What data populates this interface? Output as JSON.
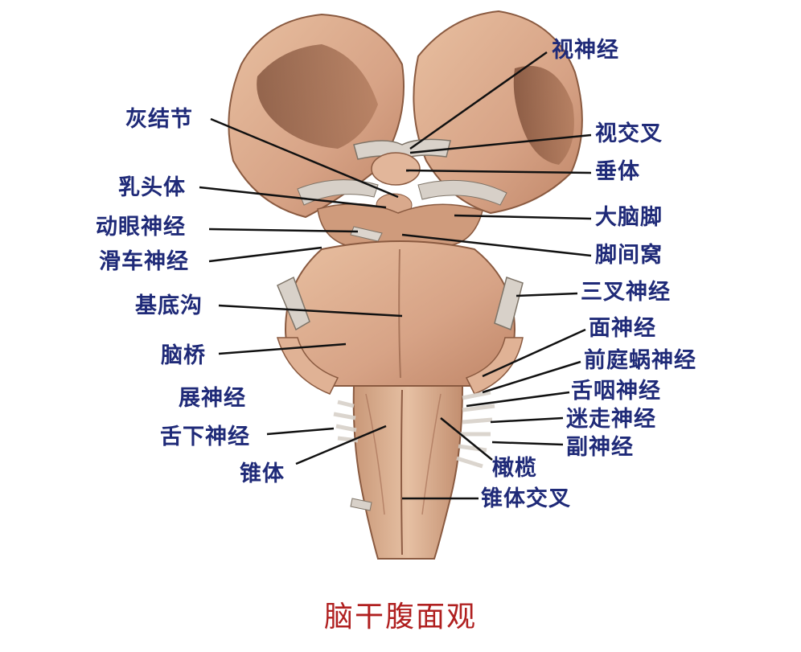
{
  "figure": {
    "caption": "脑干腹面观",
    "colors": {
      "label": "#1f2a78",
      "caption": "#b02020",
      "tissue": "#d9a889",
      "nerve": "#d8d3cc",
      "line": "#111111"
    }
  },
  "labels": {
    "shi_shen_jing": "视神经",
    "hui_jie_jie": "灰结节",
    "shi_jiao_cha": "视交叉",
    "chui_ti": "垂体",
    "ru_tou_ti": "乳头体",
    "da_nao_jiao": "大脑脚",
    "dong_yan_shen_jing": "动眼神经",
    "jiao_jian_wo": "脚间窝",
    "hua_che_shen_jing": "滑车神经",
    "san_cha_shen_jing": "三叉神经",
    "ji_di_gou": "基底沟",
    "mian_shen_jing": "面神经",
    "nao_qiao": "脑桥",
    "qian_ting_wo_shen_jing": "前庭蜗神经",
    "zhan_shen_jing": "展神经",
    "she_yan_shen_jing": "舌咽神经",
    "mi_zou_shen_jing": "迷走神经",
    "she_xia_shen_jing": "舌下神经",
    "fu_shen_jing": "副神经",
    "zhui_ti": "锥体",
    "gan_lan": "橄榄",
    "zhui_ti_jiao_cha": "锥体交叉"
  }
}
